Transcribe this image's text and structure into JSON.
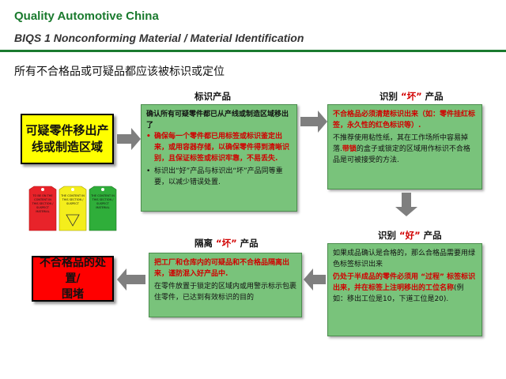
{
  "header": {
    "company": "Quality Automotive China",
    "subtitle": "BIQS 1 Nonconforming Material / Material Identification"
  },
  "intro": "所有不合格品或可疑品都应该被标识或定位",
  "steps": {
    "identify_product": {
      "label": "标识产品"
    },
    "identify_bad": {
      "label_pre": "识别 ",
      "label_q": "“坏”",
      "label_post": " 产品"
    },
    "identify_good": {
      "label_pre": "识别 ",
      "label_q": "“好”",
      "label_post": " 产品"
    },
    "isolate_bad": {
      "label_pre": "隔离 ",
      "label_q": "“坏”",
      "label_post": " 产品"
    }
  },
  "yellow_box": {
    "line1": "可疑零件移出产",
    "line2": "线或制造区域"
  },
  "red_box": {
    "line1": "不合格品的处置/",
    "line2": "围堵"
  },
  "box_identify": {
    "heading": "确认所有可疑零件都已从产线或制造区域移出了",
    "bullet1": "确保每一个零件都已用标签或标识鉴定出来，或用容器存储，以确保零件得到清晰识别，且保证标签或标识牢靠，不易丢失.",
    "bullet2": "标识出“好”产品与标识出“坏”产品同等重要，以减少错误处置."
  },
  "box_bad": {
    "red_text": "不合格品必须清楚标识出来（如：零件挂红标签，永久性的红色标识等）.",
    "normal1": "不推荐使用粘性纸，其在工作场所中容易掉落.",
    "red_inline": "带锁",
    "normal2": "的盒子或锁定的区域用作标识不合格品是可被接受的方法."
  },
  "box_good": {
    "normal1": "如果成品确认是合格的，那么合格品需要用绿色标签标识出来",
    "red_text": "仍处于半成品的零件必须用 “过程” 标签标识出来，并在标签上注明移出的工位名称",
    "normal2": "(例如：移出工位是10，下道工位是20)."
  },
  "box_isolate": {
    "red_text": "把工厂和仓库内的可疑品和不合格品隔离出来，谨防混入好产品中.",
    "normal": "在零件放置于锁定的区域内或用警示标示包裹住零件，已达到有效标识的目的"
  },
  "tags": [
    {
      "color": "#e8232a",
      "text": "TO BE ON THE CONTENT IN THIS SECTION / SUSPECT MATERIAL"
    },
    {
      "color": "#f4ee1c",
      "text": "THE CONTENT IN THIS SECTION / SUSPECT"
    },
    {
      "color": "#2fae3a",
      "text": "THE CONTENT IN THIS SECTION / SUSPECT MATERIAL"
    }
  ],
  "colors": {
    "brand_green": "#1a7a2e",
    "box_green": "#79c37b",
    "alert_red": "#d10000",
    "suspect_yellow": "#ffff00",
    "disposition_red": "#ff0000",
    "arrow_gray": "#7f7f7f"
  }
}
